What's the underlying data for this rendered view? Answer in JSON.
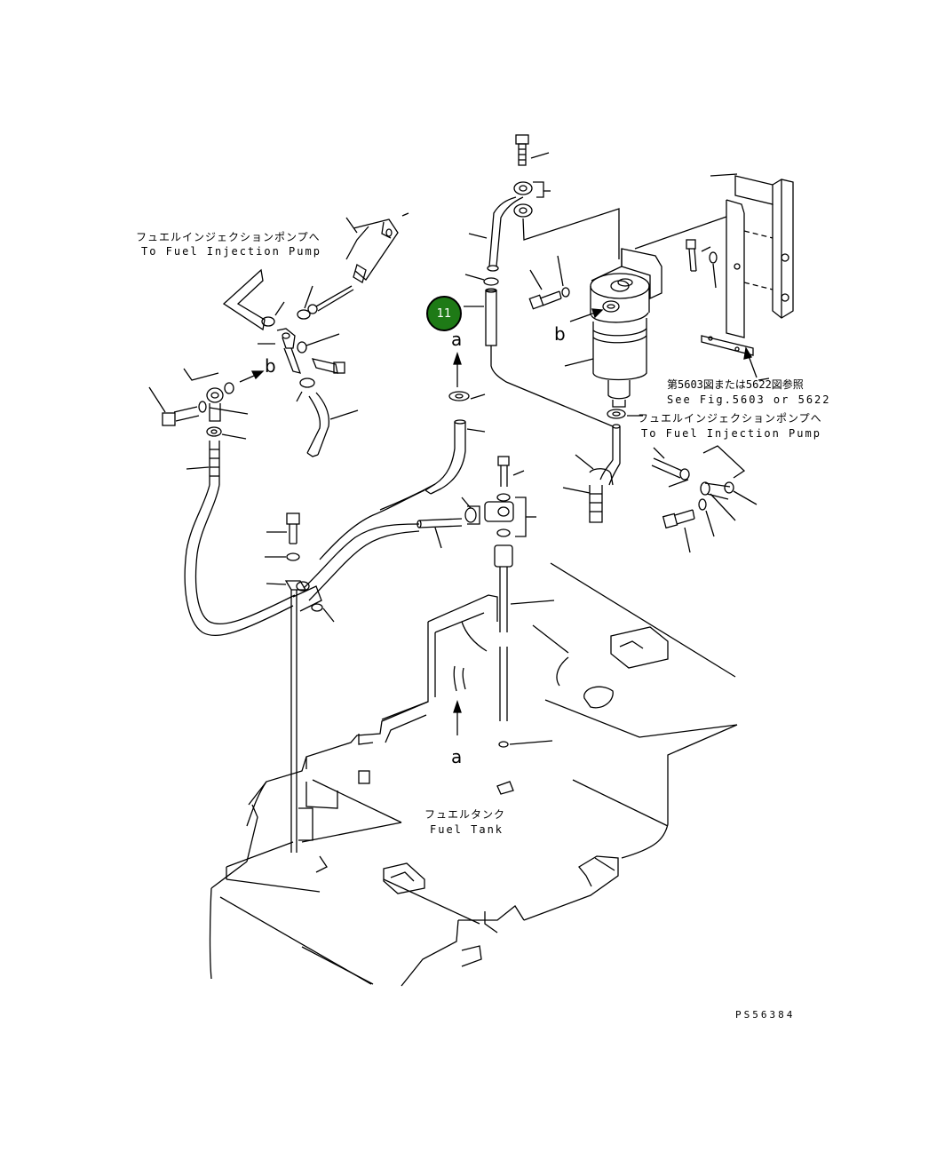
{
  "diagram": {
    "to_pump_left_jp": "フュエルインジェクションポンプへ",
    "to_pump_left_en": "To Fuel Injection Pump",
    "to_pump_right_jp": "フュエルインジェクションポンプへ",
    "to_pump_right_en": "To Fuel Injection Pump",
    "see_fig_jp": "第5603図または5622図参照",
    "see_fig_en": "See Fig.5603 or 5622",
    "fuel_tank_jp": "フュエルタンク",
    "fuel_tank_en": "Fuel Tank",
    "letter_a_top": "a",
    "letter_a_bottom": "a",
    "letter_b_left": "b",
    "letter_b_right": "b",
    "callout_11": "11",
    "drawing_number": "PS56384",
    "callout_color": "#1e7a16"
  }
}
